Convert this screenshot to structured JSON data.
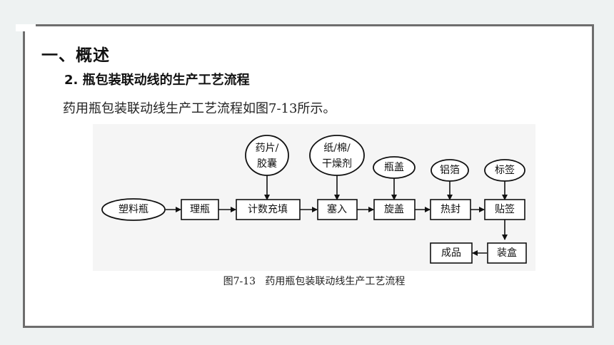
{
  "slide": {
    "heading": "一、概述",
    "subheading": "2. 瓶包装联动线的生产工艺流程",
    "lead": "药用瓶包装联动线生产工艺流程如图7-13所示。",
    "caption": "图7-13   药用瓶包装联动线生产工艺流程"
  },
  "diagram": {
    "process_steps": [
      "理瓶",
      "计数充填",
      "塞入",
      "旋盖",
      "热封",
      "贴签",
      "装盒",
      "成品"
    ],
    "inputs": [
      {
        "label": [
          "塑料瓶"
        ],
        "feeds": "理瓶"
      },
      {
        "label": [
          "药片/",
          "胶囊"
        ],
        "feeds": "计数充填"
      },
      {
        "label": [
          "纸/棉/",
          "干燥剂"
        ],
        "feeds": "塞入"
      },
      {
        "label": [
          "瓶盖"
        ],
        "feeds": "旋盖"
      },
      {
        "label": [
          "铝箔"
        ],
        "feeds": "热封"
      },
      {
        "label": [
          "标签"
        ],
        "feeds": "贴签"
      }
    ]
  },
  "colors": {
    "frame": "#6d6d6d",
    "background": "#eef2f2",
    "diagram_panel": "#f5f5f5",
    "ink": "#111111"
  }
}
